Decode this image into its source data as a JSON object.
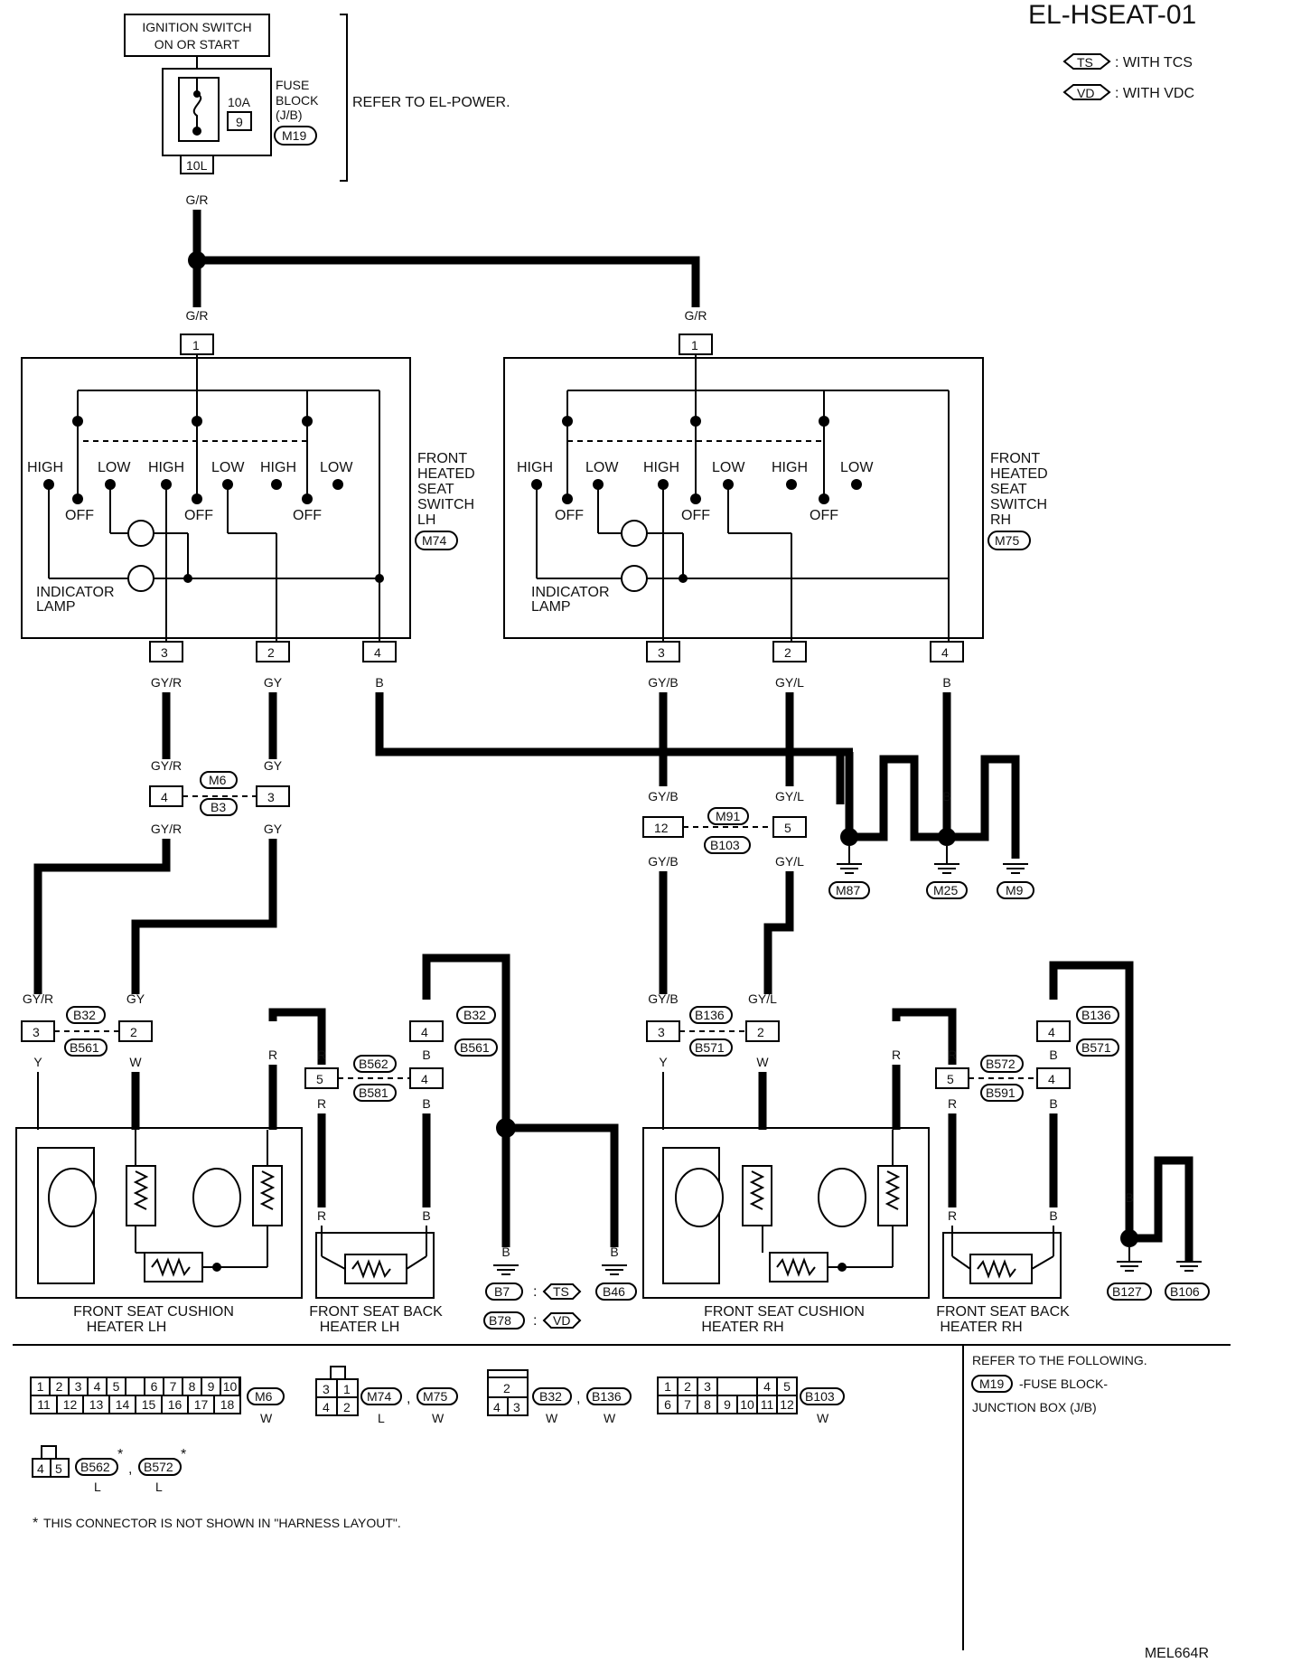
{
  "title": "EL-HSEAT-01",
  "legend": [
    {
      "code": "TS",
      "text": ": WITH TCS"
    },
    {
      "code": "VD",
      "text": ": WITH VDC"
    }
  ],
  "ignition": {
    "line1": "IGNITION SWITCH",
    "line2": "ON OR START"
  },
  "fuse": {
    "rating": "10A",
    "number": "9",
    "label1": "FUSE",
    "label2": "BLOCK",
    "label3": "(J/B)",
    "connector": "M19",
    "terminal": "10L"
  },
  "refer_power": "REFER TO EL-POWER.",
  "wires": {
    "gr": "G/R",
    "gyr": "GY/R",
    "gy": "GY",
    "b": "B",
    "gyb": "GY/B",
    "gyl": "GY/L",
    "y": "Y",
    "w": "W",
    "r": "R"
  },
  "switch_lh": {
    "l1": "FRONT",
    "l2": "HEATED",
    "l3": "SEAT",
    "l4": "SWITCH",
    "l5": "LH",
    "connector": "M74"
  },
  "switch_rh": {
    "l1": "FRONT",
    "l2": "HEATED",
    "l3": "SEAT",
    "l4": "SWITCH",
    "l5": "RH",
    "connector": "M75"
  },
  "switch_labels": {
    "high": "HIGH",
    "low": "LOW",
    "off": "OFF",
    "indicator1": "INDICATOR",
    "indicator2": "LAMP"
  },
  "pins": {
    "p1": "1",
    "p2": "2",
    "p3": "3",
    "p4": "4",
    "p5": "5",
    "p12": "12"
  },
  "connectors": {
    "m6": "M6",
    "b3": "B3",
    "m91": "M91",
    "b103": "B103",
    "b32": "B32",
    "b561": "B561",
    "b562": "B562",
    "b581": "B581",
    "b136": "B136",
    "b571": "B571",
    "b572": "B572",
    "b591": "B591"
  },
  "grounds": {
    "m87": "M87",
    "m25": "M25",
    "m9": "M9",
    "b7": "B7",
    "b78": "B78",
    "b46": "B46",
    "b127": "B127",
    "b106": "B106"
  },
  "ground_notes": {
    "colon": ":",
    "ts": "TS",
    "vd": "VD"
  },
  "heaters": {
    "cushion_lh1": "FRONT SEAT CUSHION",
    "cushion_lh2": "HEATER LH",
    "back_lh1": "FRONT SEAT BACK",
    "back_lh2": "HEATER LH",
    "cushion_rh1": "FRONT SEAT CUSHION",
    "cushion_rh2": "HEATER RH",
    "back_rh1": "FRONT SEAT BACK",
    "back_rh2": "HEATER RH"
  },
  "footer": {
    "m6_row1": [
      "1",
      "2",
      "3",
      "4",
      "5",
      "",
      "6",
      "7",
      "8",
      "9",
      "10"
    ],
    "m6_row2": [
      "11",
      "12",
      "13",
      "14",
      "15",
      "16",
      "17",
      "18"
    ],
    "m6_code": "M6",
    "m6_color": "W",
    "m74_code": "M74",
    "m74_color": "L",
    "m75_code": "M75",
    "m75_color": "W",
    "b32_code": "B32",
    "b32_color": "W",
    "b136_code": "B136",
    "b136_color": "W",
    "b103_row1": [
      "1",
      "2",
      "3",
      "4",
      "5"
    ],
    "b103_row2": [
      "6",
      "7",
      "8",
      "9",
      "10",
      "11",
      "12"
    ],
    "b103_code": "B103",
    "b103_color": "W",
    "b562_code": "B562",
    "b562_color": "L",
    "b572_code": "B572",
    "b572_color": "L",
    "comma": ",",
    "star": "*",
    "note": "THIS CONNECTOR IS NOT SHOWN IN \"HARNESS LAYOUT\".",
    "refer1": "REFER TO THE FOLLOWING.",
    "refer_code": "M19",
    "refer2": "-FUSE BLOCK-",
    "refer3": "JUNCTION BOX (J/B)",
    "code": "MEL664R"
  }
}
